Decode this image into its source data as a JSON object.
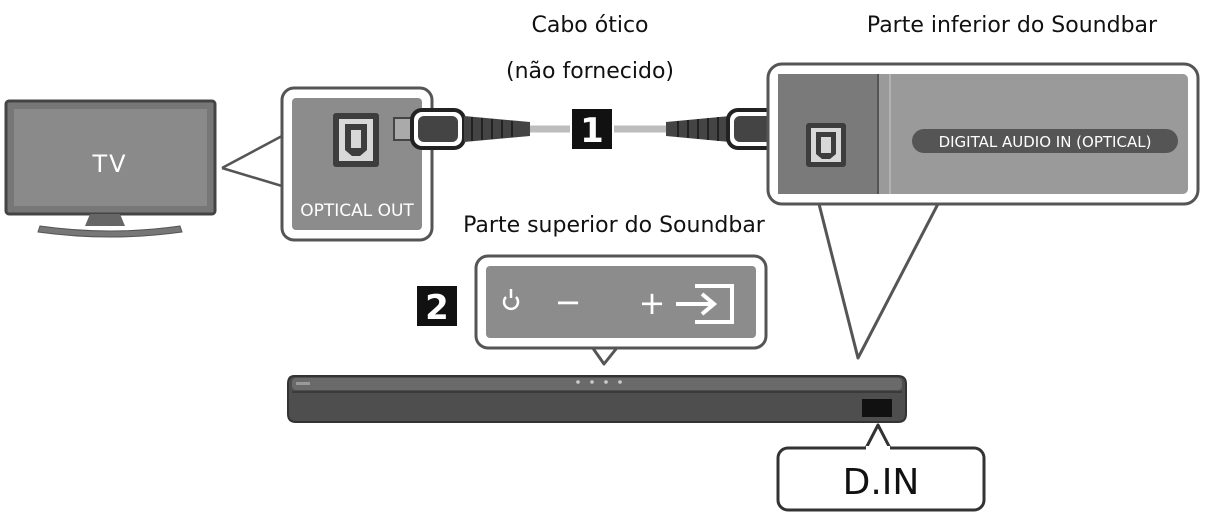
{
  "cable": {
    "title": "Cabo ótico",
    "subtitle": "(não fornecido)"
  },
  "tv": {
    "label": "TV",
    "port_label": "OPTICAL OUT"
  },
  "soundbar_bottom": {
    "title": "Parte inferior do Soundbar",
    "port_label": "DIGITAL AUDIO IN (OPTICAL)"
  },
  "soundbar_top": {
    "title": "Parte superior do Soundbar",
    "power_icon": "power-icon",
    "minus_label": "−",
    "plus_label": "+",
    "source_icon": "source-input-icon"
  },
  "steps": {
    "step1": "1",
    "step2": "2"
  },
  "din": {
    "label": "D.IN"
  },
  "colors": {
    "panel_gray": "#8c8c8c",
    "dark_gray": "#5a5a5a",
    "black": "#111111",
    "cable_gray": "#bdbdbd"
  }
}
